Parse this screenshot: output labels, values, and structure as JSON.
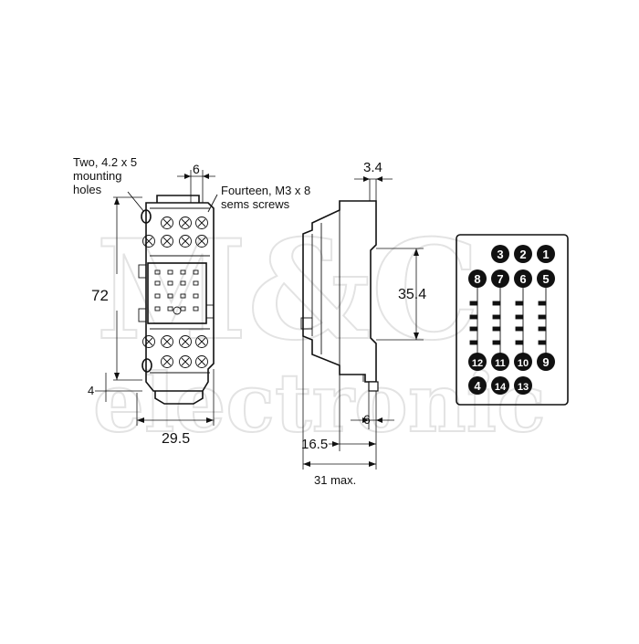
{
  "watermark": {
    "top": "M&C",
    "bottom": "electronic"
  },
  "callouts": {
    "mounting_holes": [
      "Two, 4.2 x 5",
      "mounting",
      "holes"
    ],
    "screws": [
      "Fourteen, M3 x 8",
      "sems screws"
    ]
  },
  "dimensions": {
    "front_height": "72",
    "front_bottom": "4",
    "front_width": "29.5",
    "front_top": "6",
    "side_top": "3.4",
    "side_middle": "35.4",
    "side_foot": "6",
    "side_depth": "16.5",
    "side_max": "31 max."
  },
  "terminals": {
    "row1": [
      "3",
      "2",
      "1"
    ],
    "row2": [
      "8",
      "7",
      "6",
      "5"
    ],
    "row3": [
      "12",
      "11",
      "10",
      "9"
    ],
    "row4": [
      "4",
      "14",
      "13"
    ]
  }
}
